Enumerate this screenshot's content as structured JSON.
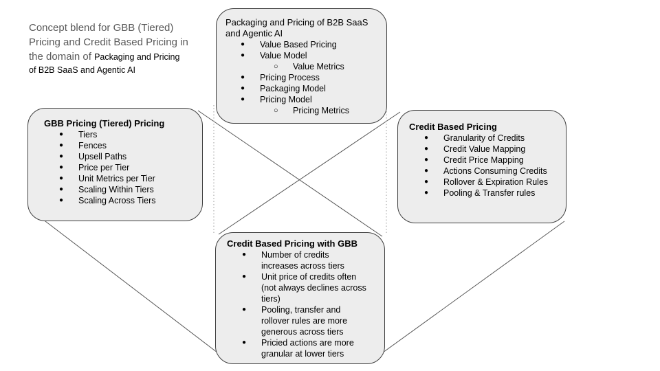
{
  "heading": {
    "gray_part": "Concept blend for GBB (Tiered) Pricing and Credit Based Pricing in the domain of ",
    "black_part": "Packaging and Pricing of B2B SaaS and Agentic AI"
  },
  "nodes": {
    "top": {
      "title": "Packaging and Pricing of B2B SaaS and Agentic AI",
      "items": [
        {
          "level": 1,
          "text": "Value Based Pricing"
        },
        {
          "level": 1,
          "text": "Value Model"
        },
        {
          "level": 2,
          "text": "Value Metrics"
        },
        {
          "level": 1,
          "text": "Pricing Process"
        },
        {
          "level": 1,
          "text": "Packaging Model"
        },
        {
          "level": 1,
          "text": "Pricing Model"
        },
        {
          "level": 2,
          "text": "Pricing Metrics"
        }
      ]
    },
    "left": {
      "title": "GBB Pricing (Tiered) Pricing",
      "items": [
        "Tiers",
        "Fences",
        "Upsell Paths",
        "Price per Tier",
        "Unit Metrics per Tier",
        "Scaling Within Tiers",
        "Scaling Across Tiers"
      ]
    },
    "right": {
      "title": "Credit Based Pricing",
      "items": [
        "Granularity of Credits",
        "Credit Value Mapping",
        "Credit Price Mapping",
        "Actions Consuming Credits",
        "Rollover & Expiration Rules",
        "Pooling & Transfer rules"
      ]
    },
    "bottom": {
      "title": "Credit Based Pricing with GBB",
      "items": [
        "Number of credits increases across tiers",
        "Unit price of credits often (not always declines across tiers)",
        "Pooling, transfer and rollover rules are more generous across tiers",
        "Pricied actions are more granular at lower tiers"
      ]
    }
  },
  "edges": [
    {
      "from": "gbb-tiered-pricing",
      "to": "credit-based-pricing-with-gbb",
      "style": "solid",
      "note": "top-right corner to blend top-right"
    },
    {
      "from": "credit-based-pricing",
      "to": "credit-based-pricing-with-gbb",
      "style": "solid",
      "note": "top-left corner to blend top-left"
    },
    {
      "from": "gbb-tiered-pricing",
      "to": "credit-based-pricing-with-gbb",
      "style": "solid",
      "note": "bottom-left corner to blend bottom-left"
    },
    {
      "from": "credit-based-pricing",
      "to": "credit-based-pricing-with-gbb",
      "style": "solid",
      "note": "bottom-right corner to blend bottom-right"
    },
    {
      "from": "packaging-and-pricing-domain",
      "to": "credit-based-pricing-with-gbb",
      "style": "dotted",
      "note": "left vertical projection"
    },
    {
      "from": "packaging-and-pricing-domain",
      "to": "credit-based-pricing-with-gbb",
      "style": "dotted",
      "note": "right vertical projection"
    }
  ],
  "colors": {
    "box_fill": "#ededed",
    "box_border": "#3e3e3e",
    "solid_line": "#555555",
    "dotted_line": "#999999",
    "heading_gray": "#595959",
    "text": "#000000",
    "background": "#ffffff"
  }
}
